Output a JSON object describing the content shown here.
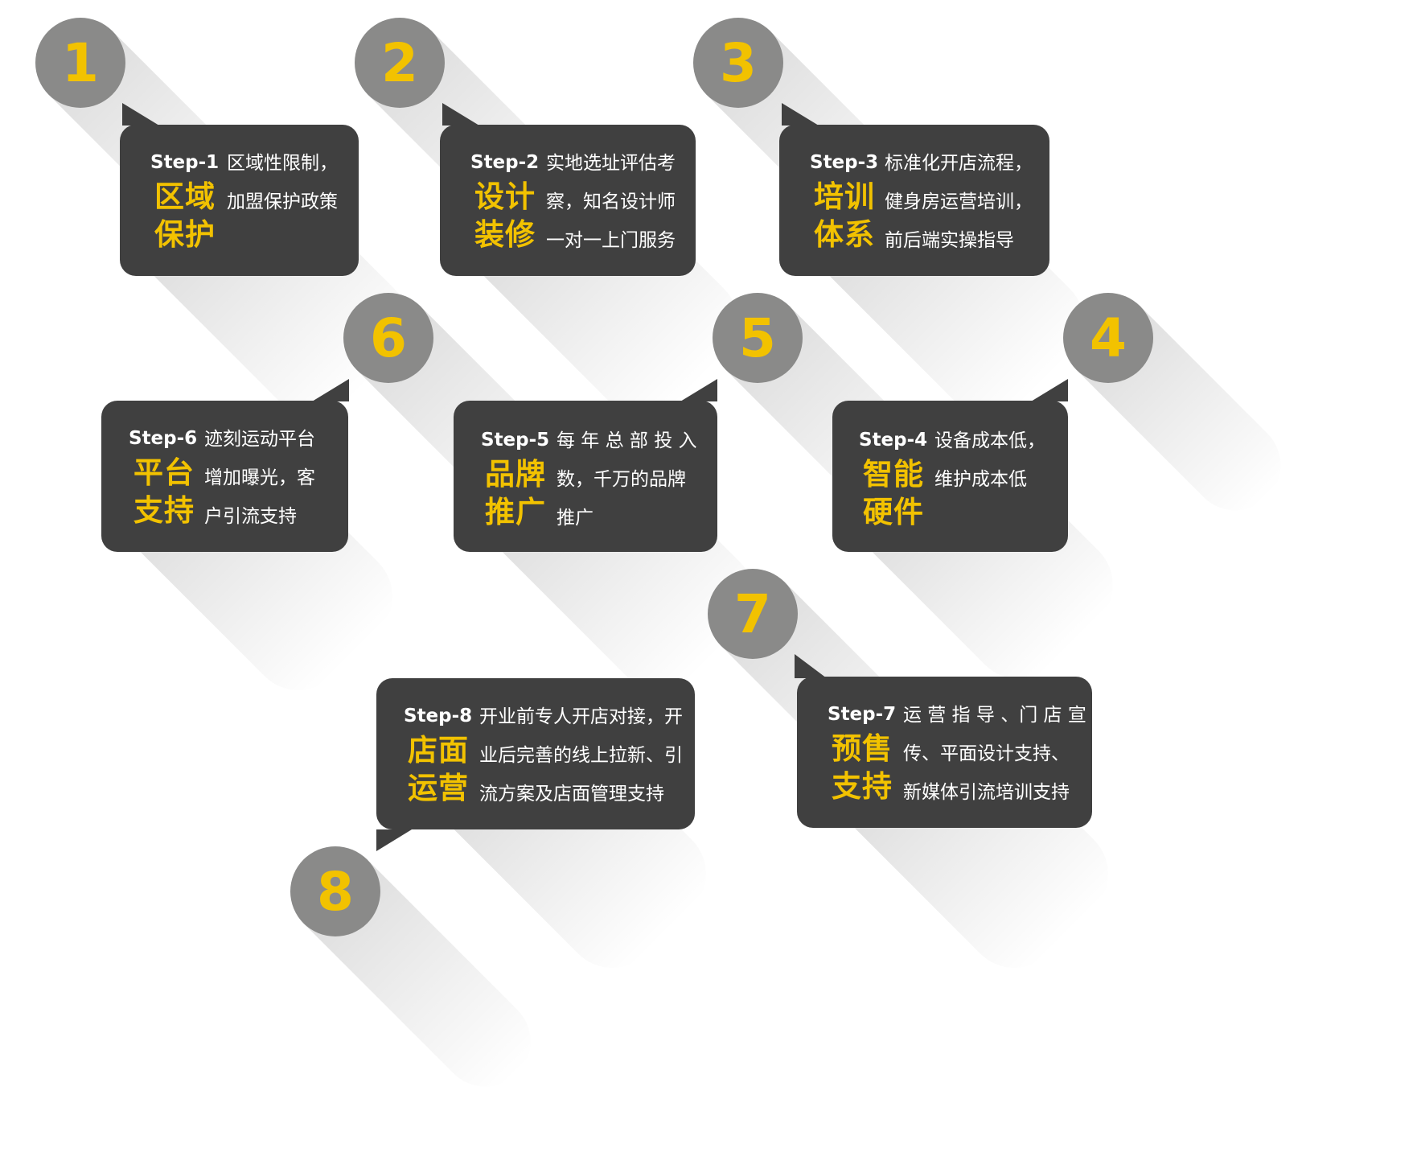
{
  "colors": {
    "card": "#404040",
    "circle": "#8a8a89",
    "accent": "#f2c200",
    "text": "#ffffff",
    "background": "#ffffff"
  },
  "steps": [
    {
      "number": "1",
      "label": "Step-1",
      "title": [
        "区域",
        "保护"
      ],
      "desc": [
        "区域性限制，",
        "加盟保护政策"
      ]
    },
    {
      "number": "2",
      "label": "Step-2",
      "title": [
        "设计",
        "装修"
      ],
      "desc": [
        "实地选址评估考",
        "察，知名设计师",
        "一对一上门服务"
      ]
    },
    {
      "number": "3",
      "label": "Step-3",
      "title": [
        "培训",
        "体系"
      ],
      "desc": [
        "标准化开店流程，",
        "健身房运营培训，",
        "前后端实操指导"
      ]
    },
    {
      "number": "4",
      "label": "Step-4",
      "title": [
        "智能",
        "硬件"
      ],
      "desc": [
        "设备成本低，",
        "维护成本低"
      ]
    },
    {
      "number": "5",
      "label": "Step-5",
      "title": [
        "品牌",
        "推广"
      ],
      "desc": [
        "每 年 总 部 投 入",
        "数，千万的品牌",
        "推广"
      ]
    },
    {
      "number": "6",
      "label": "Step-6",
      "title": [
        "平台",
        "支持"
      ],
      "desc": [
        "迹刻运动平台",
        "增加曝光，客",
        "户引流支持"
      ]
    },
    {
      "number": "7",
      "label": "Step-7",
      "title": [
        "预售",
        "支持"
      ],
      "desc": [
        "运 营 指 导 、门 店 宣",
        "传、平面设计支持、",
        "新媒体引流培训支持"
      ]
    },
    {
      "number": "8",
      "label": "Step-8",
      "title": [
        "店面",
        "运营"
      ],
      "desc": [
        "开业前专人开店对接，开",
        "业后完善的线上拉新、引",
        "流方案及店面管理支持"
      ]
    }
  ]
}
